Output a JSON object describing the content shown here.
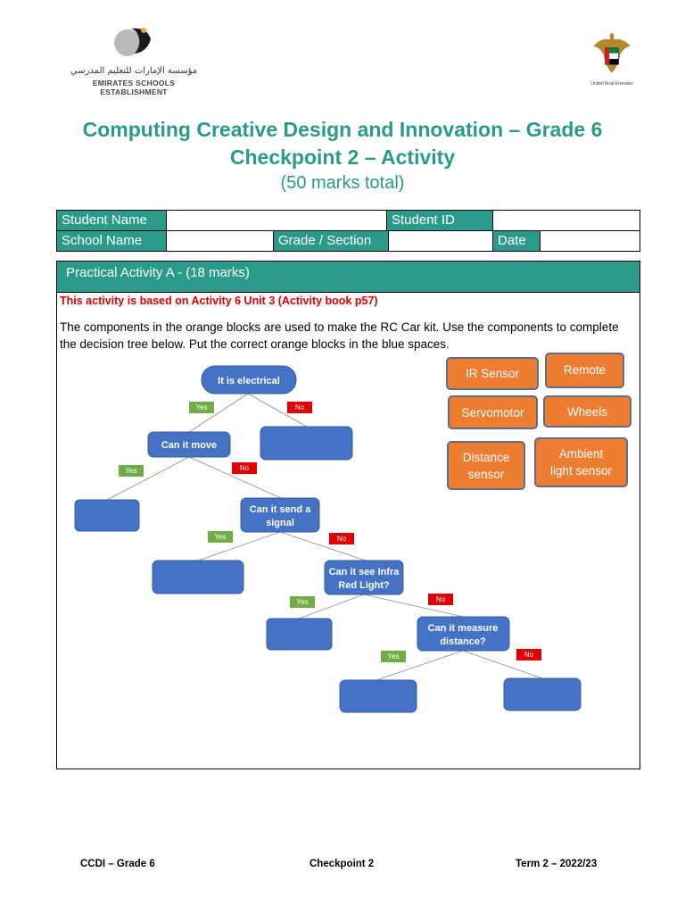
{
  "header": {
    "ese_arabic": "مؤسسة الإمارات للتعليم المدرسي",
    "ese_english": "EMIRATES SCHOOLS ESTABLISHMENT",
    "uae_caption": "United Arab Emirates"
  },
  "title": {
    "line1": "Computing Creative Design and Innovation – Grade 6",
    "line2": "Checkpoint 2 – Activity",
    "line3": "(50 marks total)"
  },
  "info_table": {
    "student_name": "Student Name",
    "student_id": "Student ID",
    "school_name": "School Name",
    "grade_section": "Grade / Section",
    "date": "Date"
  },
  "activity": {
    "heading": "Practical Activity A - (18 marks)",
    "note": "This activity is based on Activity 6 Unit 3 (Activity book p57)",
    "instructions": "The components in the orange blocks are used to make the RC Car kit. Use the components to complete the decision tree below. Put the correct orange blocks in the blue spaces."
  },
  "components": {
    "ir_sensor": "IR Sensor",
    "remote": "Remote",
    "servomotor": "Servomotor",
    "wheels": "Wheels",
    "distance_l1": "Distance",
    "distance_l2": "sensor",
    "ambient_l1": "Ambient",
    "ambient_l2": "light sensor"
  },
  "tree": {
    "q1": "It is electrical",
    "q2": "Can it move",
    "q3_l1": "Can it send a",
    "q3_l2": "signal",
    "q4_l1": "Can it see Infra",
    "q4_l2": "Red Light?",
    "q5_l1": "Can it measure",
    "q5_l2": "distance?",
    "yes": "Yes",
    "no": "No"
  },
  "colors": {
    "teal": "#2a9a8a",
    "orange": "#ed7d31",
    "node_blue": "#4472c4",
    "yes_green": "#70ad47",
    "no_red": "#e00000"
  },
  "footer": {
    "left": "CCDI – Grade 6",
    "center": "Checkpoint 2",
    "right": "Term 2 – 2022/23"
  }
}
